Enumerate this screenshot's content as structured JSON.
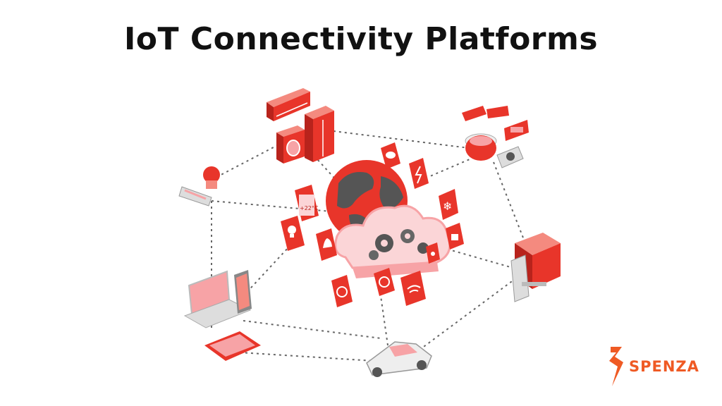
{
  "title": "IoT Connectivity Platforms",
  "icons": {
    "weather_label": "+22°C"
  },
  "brand": {
    "name": "SPENZA",
    "color": "#ef5a24"
  },
  "colors": {
    "accent": "#e8352a",
    "accent_dark": "#b8231c",
    "pink": "#f7a3a6",
    "light_pink": "#fbd5d7",
    "gray": "#555555"
  }
}
